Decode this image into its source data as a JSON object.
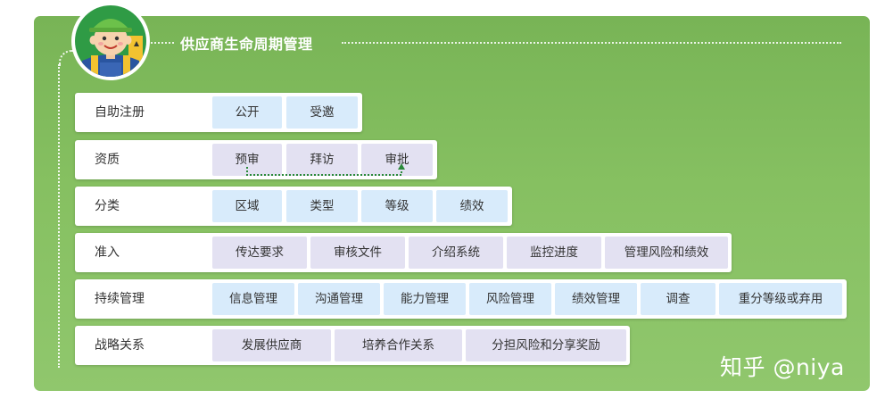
{
  "diagram": {
    "title": "供应商生命周期管理",
    "stages": [
      {
        "label": "自助注册",
        "items": [
          "公开",
          "受邀"
        ]
      },
      {
        "label": "资质",
        "items": [
          "预审",
          "拜访",
          "审批"
        ]
      },
      {
        "label": "分类",
        "items": [
          "区域",
          "类型",
          "等级",
          "绩效"
        ]
      },
      {
        "label": "准入",
        "items": [
          "传达要求",
          "审核文件",
          "介绍系统",
          "监控进度",
          "管理风险和绩效"
        ]
      },
      {
        "label": "持续管理",
        "items": [
          "信息管理",
          "沟通管理",
          "能力管理",
          "风险管理",
          "绩效管理",
          "调查",
          "重分等级或弃用"
        ]
      },
      {
        "label": "战略关系",
        "items": [
          "发展供应商",
          "培养合作关系",
          "分担风险和分享奖励"
        ]
      }
    ]
  },
  "watermark": "知乎 @niya",
  "colors": {
    "panel_top": "#78b456",
    "panel_bottom": "#90c76d",
    "chip_blue": "#d8ebfb",
    "chip_purple": "#e3e1f2",
    "arrow": "#2a8a3a"
  },
  "icons": {
    "avatar": "worker-avatar-icon"
  }
}
